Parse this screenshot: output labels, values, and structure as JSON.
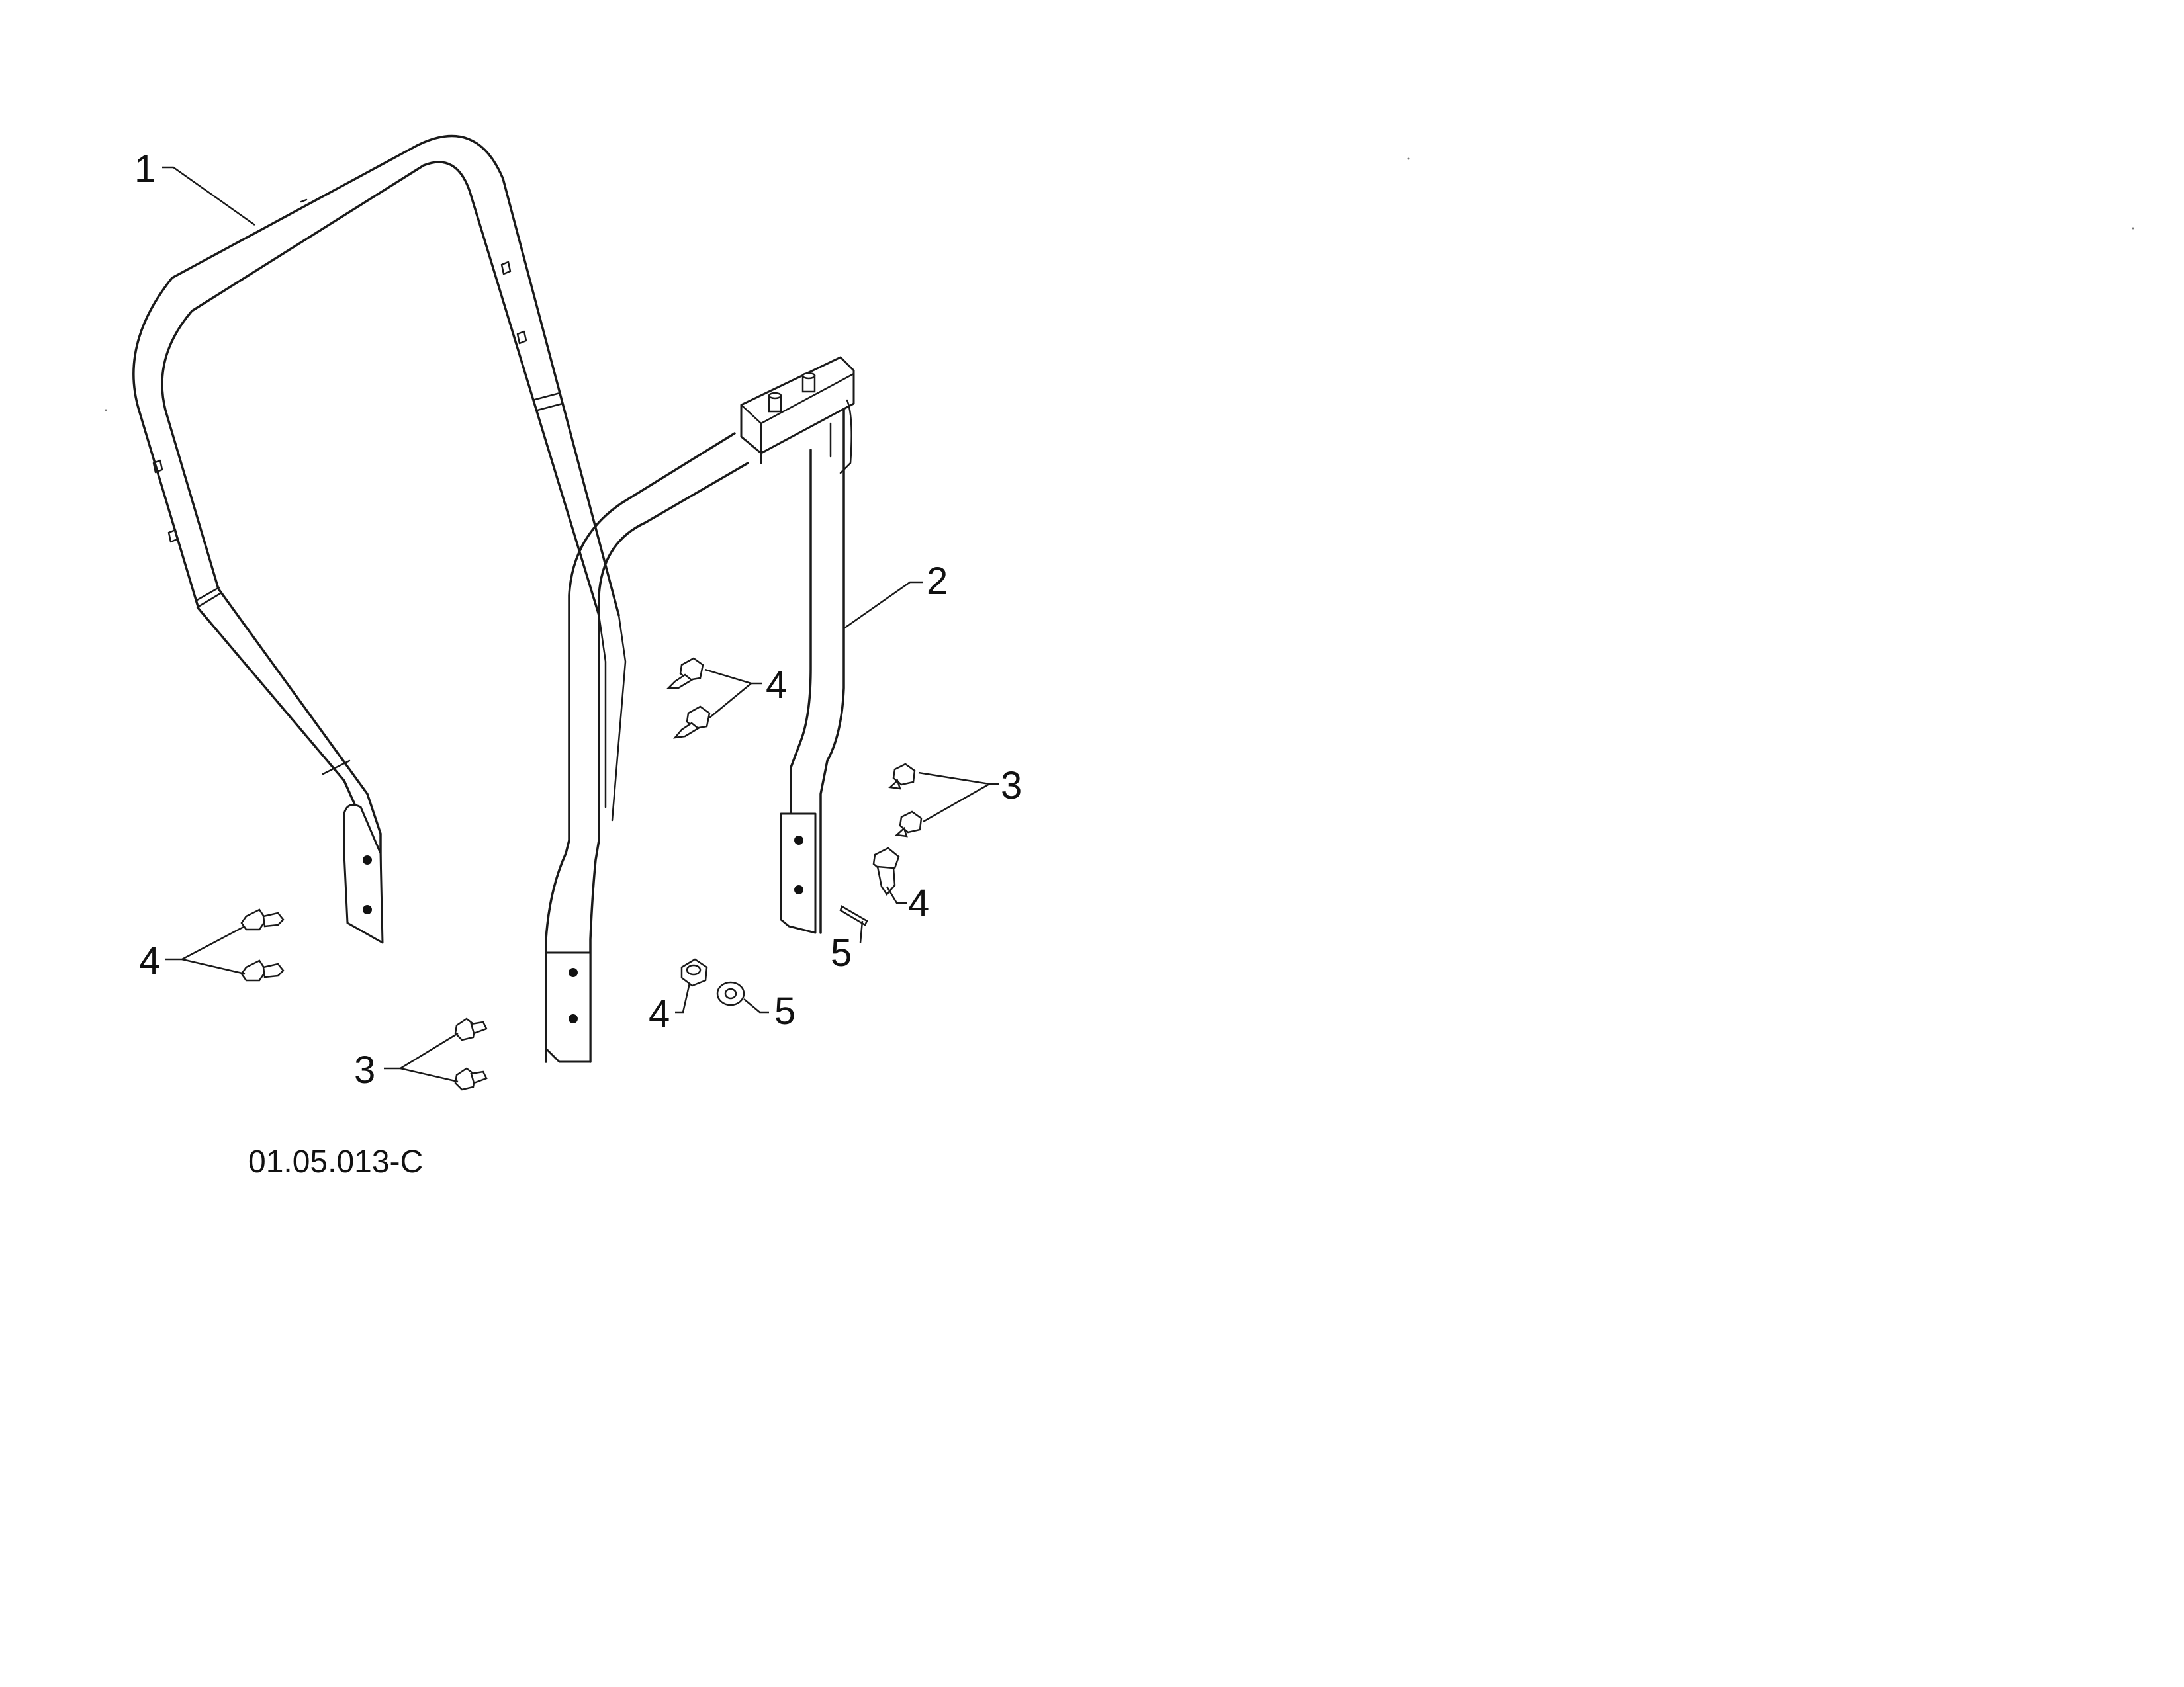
{
  "drawing_code": "01.05.013-C",
  "callouts": [
    {
      "id": "c1",
      "text": "1"
    },
    {
      "id": "c2",
      "text": "2"
    },
    {
      "id": "c3a",
      "text": "3"
    },
    {
      "id": "c3b",
      "text": "3"
    },
    {
      "id": "c4a",
      "text": "4"
    },
    {
      "id": "c4b",
      "text": "4"
    },
    {
      "id": "c4c",
      "text": "4"
    },
    {
      "id": "c4d",
      "text": "4"
    },
    {
      "id": "c5a",
      "text": "5"
    },
    {
      "id": "c5b",
      "text": "5"
    }
  ],
  "colors": {
    "line": "#1a1a1a",
    "background": "#ffffff"
  }
}
